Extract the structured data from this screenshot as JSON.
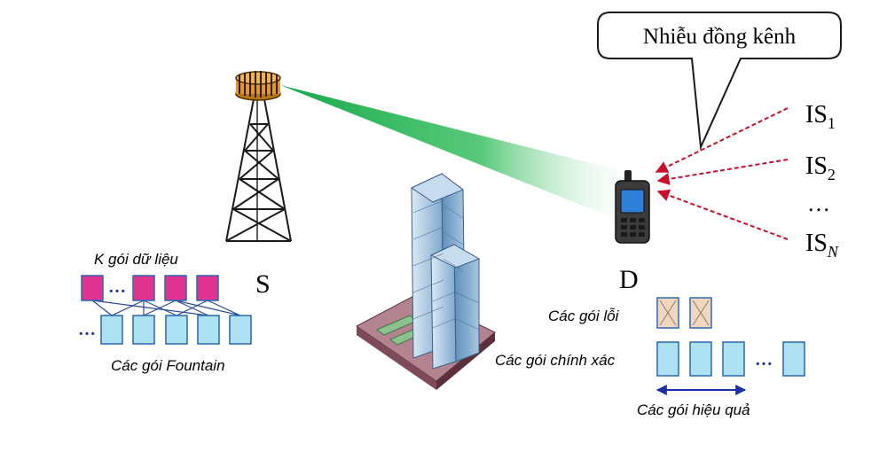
{
  "callout": {
    "text": "Nhiễu đồng kênh"
  },
  "interferers": {
    "is1": {
      "base": "IS",
      "sub": "1"
    },
    "is2": {
      "base": "IS",
      "sub": "2"
    },
    "dots": "…",
    "isn": {
      "base": "IS",
      "sub": "N"
    }
  },
  "nodes": {
    "source": "S",
    "destination": "D"
  },
  "source_packets": {
    "data_label": "K gói dữ liệu",
    "data_ellipsis": "…",
    "fountain_ellipsis": "…",
    "fountain_label": "Các gói Fountain"
  },
  "dest_packets": {
    "error_label": "Các gói lỗi",
    "correct_label": "Các gói chính xác",
    "correct_ellipsis": "…",
    "effective_label": "Các gói hiệu quả"
  },
  "colors": {
    "data_packet": "#e0338f",
    "fountain_packet": "#aee2f3",
    "packet_border": "#2c67b0",
    "error_packet": "#f2d7c0",
    "beam": "#2db85a",
    "interference": "#c8102e",
    "arrow_blue": "#1a2fa8"
  }
}
